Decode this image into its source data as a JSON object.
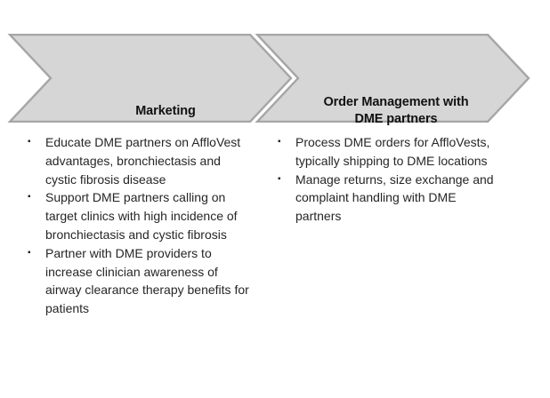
{
  "diagram": {
    "type": "process-chevron",
    "colors": {
      "chevron_fill": "#d6d6d6",
      "chevron_border": "#a6a6a6",
      "title_text": "#111111",
      "body_text": "#262626",
      "background": "#ffffff"
    },
    "steps": [
      {
        "title": "Marketing",
        "bullet_marker": "▪",
        "bullets": [
          "Educate DME partners on AffloVest advantages, bronchiectasis and cystic fibrosis disease",
          "Support DME partners calling on target clinics with high incidence of bronchiectasis and cystic fibrosis",
          "Partner with DME providers to increase clinician awareness of airway clearance therapy benefits for patients"
        ]
      },
      {
        "title": "Order Management with\nDME partners",
        "bullet_marker": "▪",
        "bullets": [
          "Process DME orders for AffloVests, typically shipping to DME locations",
          "Manage returns, size exchange and complaint handling with DME partners"
        ]
      }
    ]
  }
}
